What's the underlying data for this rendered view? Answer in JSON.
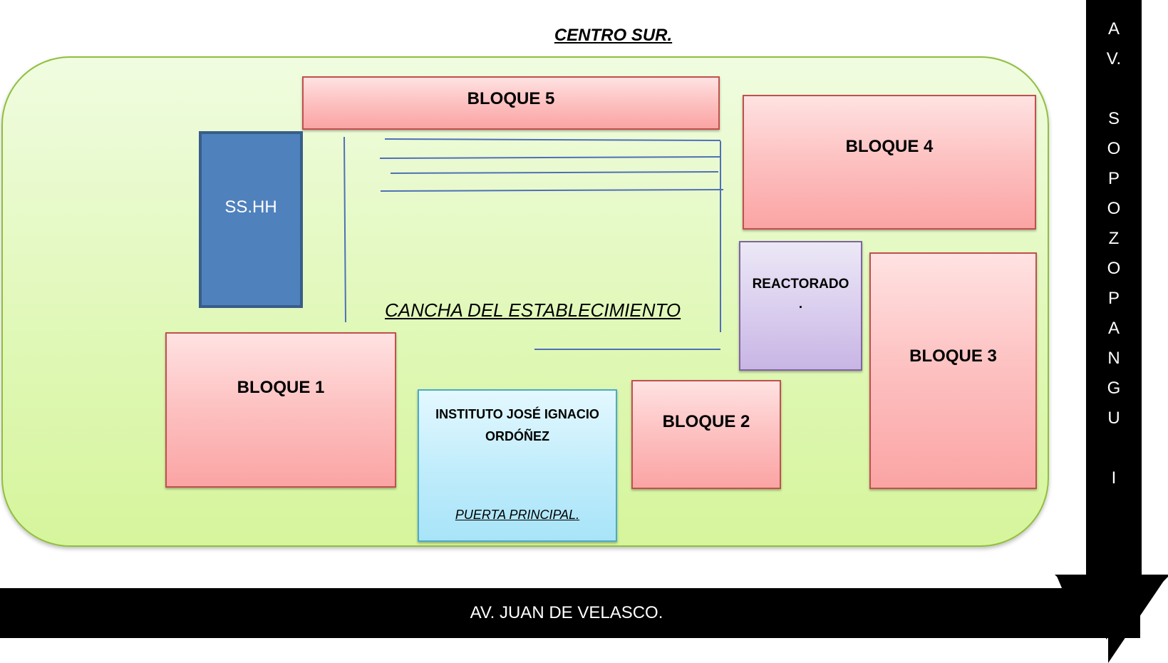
{
  "title": "CENTRO SUR.",
  "blocks": {
    "b5": "BLOQUE 5",
    "b4": "BLOQUE 4",
    "b1": "BLOQUE 1",
    "b2": "BLOQUE 2",
    "b3": "BLOQUE 3"
  },
  "sshh": "SS.HH",
  "rectorado": {
    "name": "REACTORADO",
    "dot": "."
  },
  "instituto": {
    "name": "INSTITUTO JOSÉ IGNACIO ORDÓÑEZ",
    "door": "PUERTA PRINCIPAL."
  },
  "cancha": "CANCHA DEL ESTABLECIMIENTO",
  "roads": {
    "vertical_letters": [
      "A",
      "V.",
      "",
      "S",
      "O",
      "P",
      "O",
      "Z",
      "O",
      "P",
      "A",
      "N",
      "G",
      "U",
      "",
      "I"
    ],
    "horizontal": "AV. JUAN DE VELASCO."
  },
  "colors": {
    "campus_fill": "#d6f59c",
    "block_fill": "#fba4a4",
    "sshh_fill": "#4f81bd",
    "rectorado_fill": "#c8b5e4",
    "instituto_fill": "#a8e4f8",
    "road": "#000000"
  }
}
